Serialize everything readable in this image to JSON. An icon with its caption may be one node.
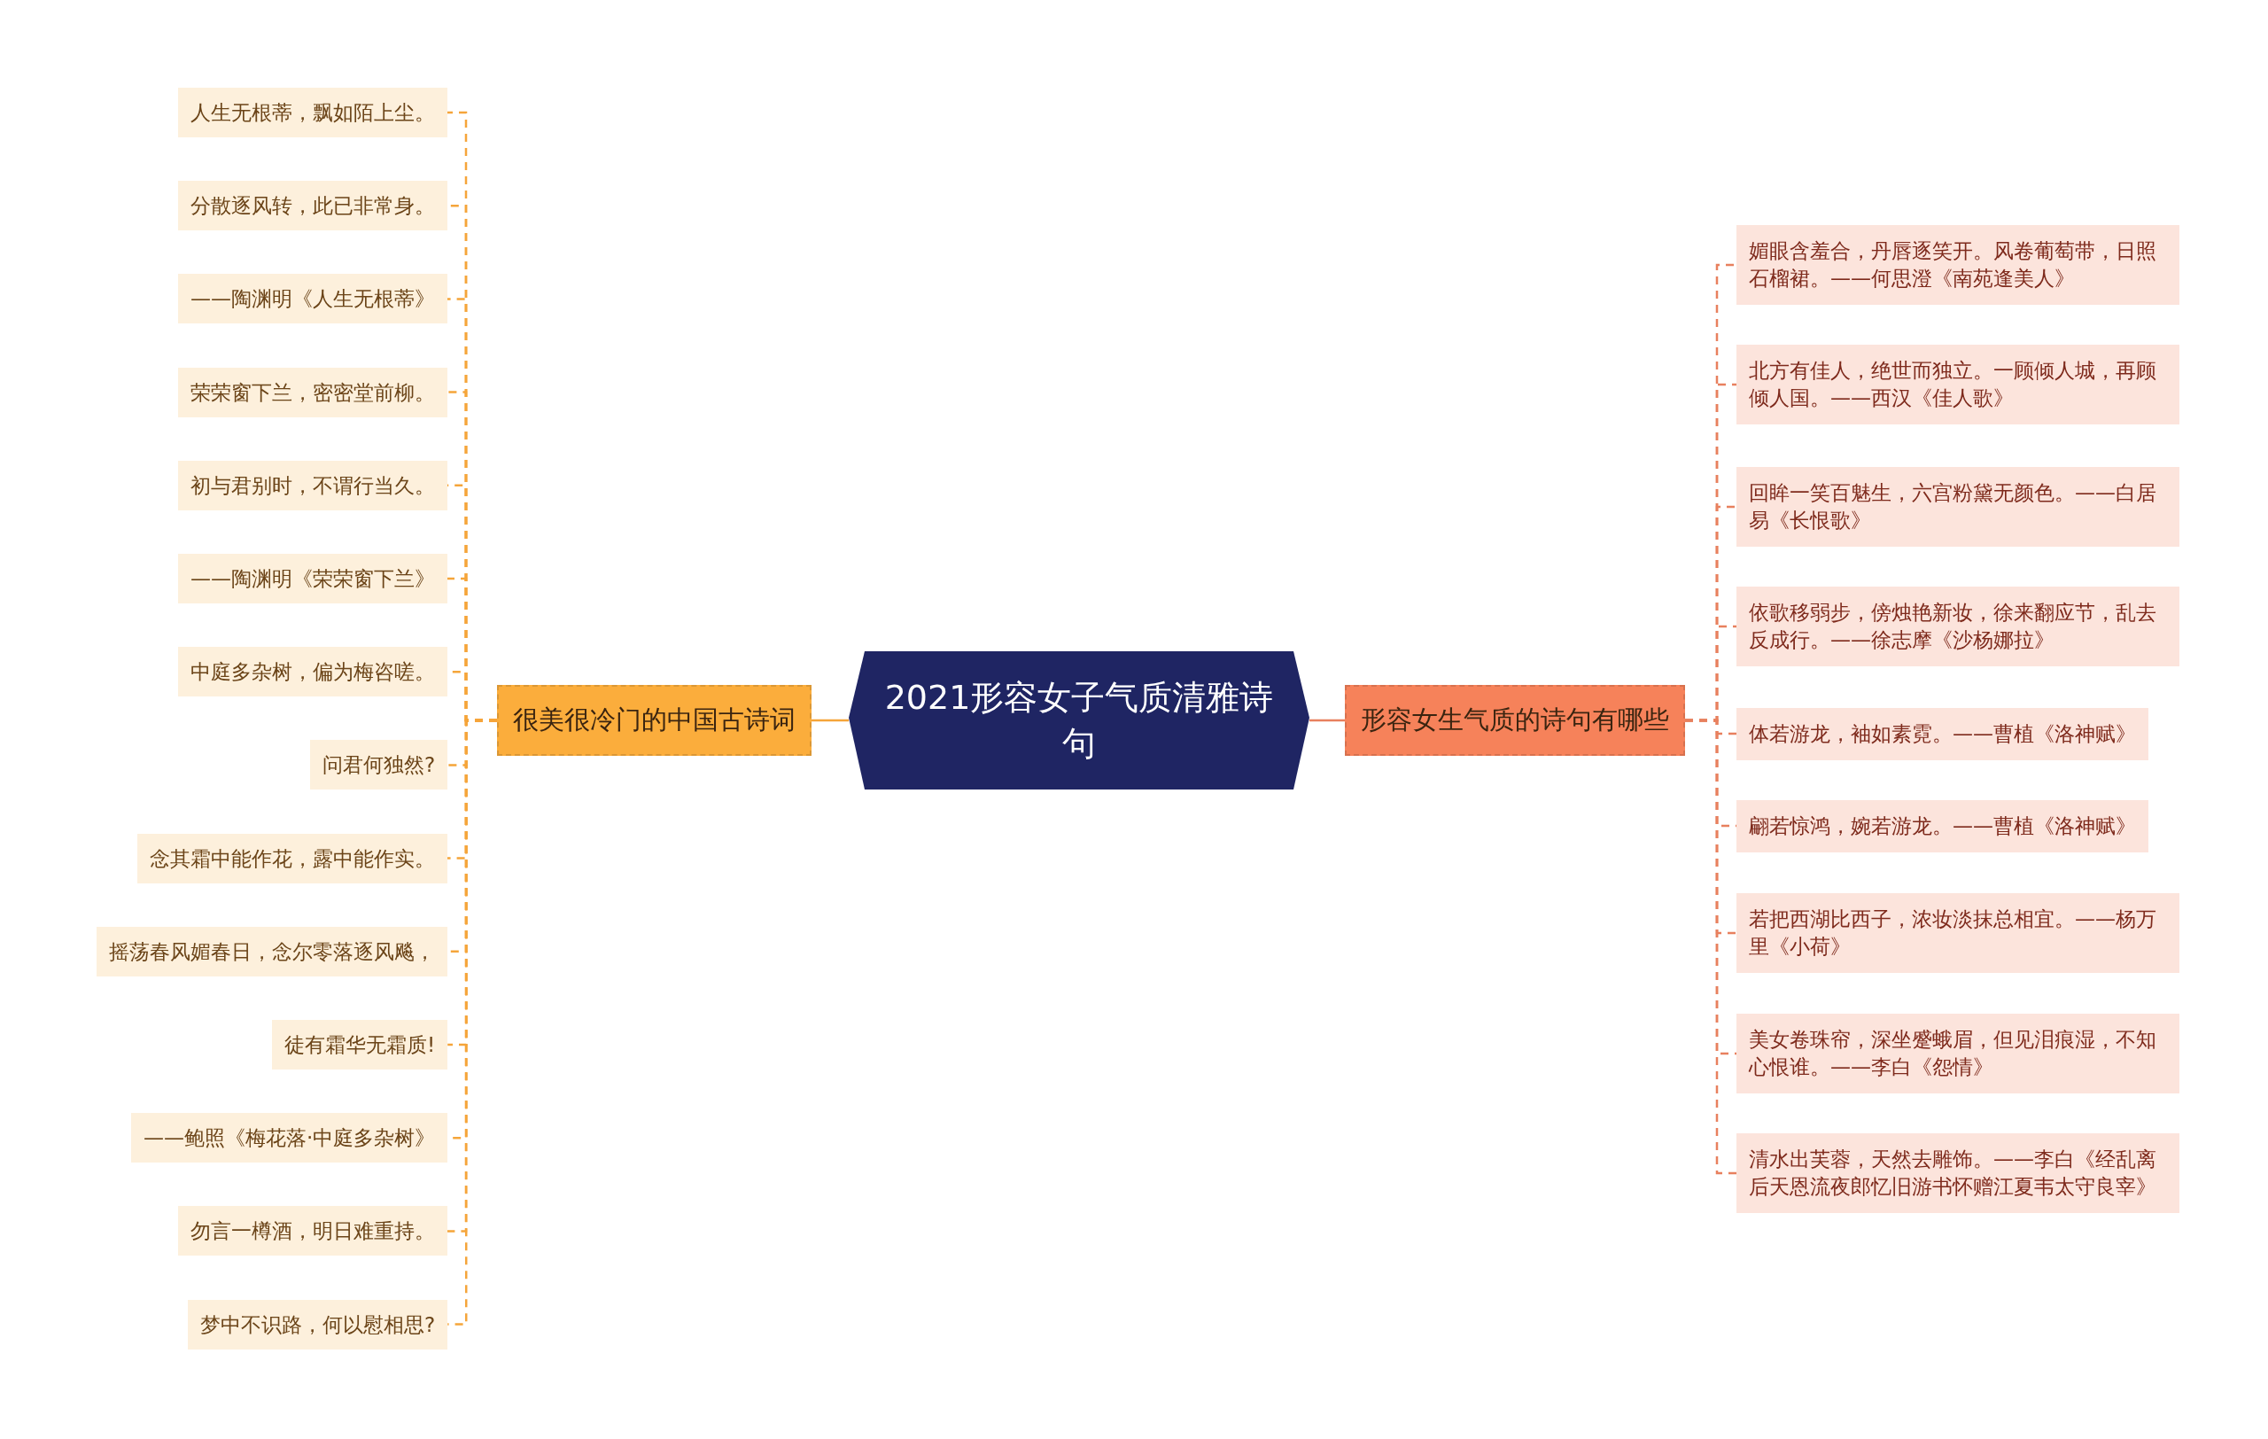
{
  "diagram": {
    "nodes": [
      {
        "text": [
          "2021形容女子气质清雅诗句"
        ]
      },
      {
        "text": [
          "很美很冷门的中国古诗词"
        ]
      },
      {
        "text": [
          "人生无根蒂，飘如陌上尘。"
        ]
      },
      {
        "text": [
          "分散逐风转，此已非常身。"
        ]
      },
      {
        "text": [
          "——陶渊明《人生无根蒂》"
        ]
      },
      {
        "text": [
          "荣荣窗下兰，密密堂前柳。"
        ]
      },
      {
        "text": [
          "初与君别时，不谓行当久。"
        ]
      },
      {
        "text": [
          "——陶渊明《荣荣窗下兰》"
        ]
      },
      {
        "text": [
          "中庭多杂树，偏为梅咨嗟。"
        ]
      },
      {
        "text": [
          "问君何独然?"
        ]
      },
      {
        "text": [
          "念其霜中能作花，露中能作实。"
        ]
      },
      {
        "text": [
          "摇荡春风媚春日，念尔零落逐风飚，"
        ]
      },
      {
        "text": [
          "徒有霜华无霜质!"
        ]
      },
      {
        "text": [
          "——鲍照《梅花落·中庭多杂树》"
        ]
      },
      {
        "text": [
          "勿言一樽酒，明日难重持。"
        ]
      },
      {
        "text": [
          "梦中不识路，何以慰相思?"
        ]
      },
      {
        "text": [
          "形容女生气质的诗句有哪些"
        ]
      },
      {
        "text": [
          "媚眼含羞合，丹唇逐笑开。风卷葡萄带，日照石榴裙。——何思澄《南苑逢美人》"
        ]
      },
      {
        "text": [
          "北方有佳人，绝世而独立。一顾倾人城，再顾倾人国。——西汉《佳人歌》"
        ]
      },
      {
        "text": [
          "回眸一笑百魅生，六宫粉黛无颜色。——白居易《长恨歌》"
        ]
      },
      {
        "text": [
          "依歌移弱步，傍烛艳新妆，徐来翻应节，乱去反成行。——徐志摩《沙杨娜拉》"
        ]
      },
      {
        "text": [
          "体若游龙，袖如素霓。——曹植《洛神赋》"
        ]
      },
      {
        "text": [
          "翩若惊鸿，婉若游龙。——曹植《洛神赋》"
        ]
      },
      {
        "text": [
          "若把西湖比西子，浓妆淡抹总相宜。——杨万里《小荷》"
        ]
      },
      {
        "text": [
          "美女卷珠帘，深坐蹙蛾眉，但见泪痕湿，不知心恨谁。——李白《怨情》"
        ]
      },
      {
        "text": [
          "清水出芙蓉，天然去雕饰。——李白《经乱离后天恩流夜郎忆旧游书怀赠江夏韦太守良宰》"
        ]
      }
    ],
    "edges": [
      {
        "from": 0,
        "to": 1,
        "arrow": "none",
        "color": "#f5a53a"
      },
      {
        "from": 1,
        "to": 2,
        "arrow": "none",
        "style": "dashed",
        "color": "#f5a53a"
      },
      {
        "from": 1,
        "to": 3,
        "arrow": "none",
        "style": "dashed",
        "color": "#f5a53a"
      },
      {
        "from": 1,
        "to": 4,
        "arrow": "none",
        "style": "dashed",
        "color": "#f5a53a"
      },
      {
        "from": 1,
        "to": 5,
        "arrow": "none",
        "style": "dashed",
        "color": "#f5a53a"
      },
      {
        "from": 1,
        "to": 6,
        "arrow": "none",
        "style": "dashed",
        "color": "#f5a53a"
      },
      {
        "from": 1,
        "to": 7,
        "arrow": "none",
        "style": "dashed",
        "color": "#f5a53a"
      },
      {
        "from": 1,
        "to": 8,
        "arrow": "none",
        "style": "dashed",
        "color": "#f5a53a"
      },
      {
        "from": 1,
        "to": 9,
        "arrow": "none",
        "style": "dashed",
        "color": "#f5a53a"
      },
      {
        "from": 1,
        "to": 10,
        "arrow": "none",
        "style": "dashed",
        "color": "#f5a53a"
      },
      {
        "from": 1,
        "to": 11,
        "arrow": "none",
        "style": "dashed",
        "color": "#f5a53a"
      },
      {
        "from": 1,
        "to": 12,
        "arrow": "none",
        "style": "dashed",
        "color": "#f5a53a"
      },
      {
        "from": 1,
        "to": 13,
        "arrow": "none",
        "style": "dashed",
        "color": "#f5a53a"
      },
      {
        "from": 1,
        "to": 14,
        "arrow": "none",
        "style": "dashed",
        "color": "#f5a53a"
      },
      {
        "from": 1,
        "to": 15,
        "arrow": "none",
        "style": "dashed",
        "color": "#f5a53a"
      },
      {
        "from": 0,
        "to": 16,
        "arrow": "none",
        "color": "#e8805e"
      },
      {
        "from": 16,
        "to": 17,
        "arrow": "none",
        "style": "dashed",
        "color": "#e8805e"
      },
      {
        "from": 16,
        "to": 18,
        "arrow": "none",
        "style": "dashed",
        "color": "#e8805e"
      },
      {
        "from": 16,
        "to": 19,
        "arrow": "none",
        "style": "dashed",
        "color": "#e8805e"
      },
      {
        "from": 16,
        "to": 20,
        "arrow": "none",
        "style": "dashed",
        "color": "#e8805e"
      },
      {
        "from": 16,
        "to": 21,
        "arrow": "none",
        "style": "dashed",
        "color": "#e8805e"
      },
      {
        "from": 16,
        "to": 22,
        "arrow": "none",
        "style": "dashed",
        "color": "#e8805e"
      },
      {
        "from": 16,
        "to": 23,
        "arrow": "none",
        "style": "dashed",
        "color": "#e8805e"
      },
      {
        "from": 16,
        "to": 24,
        "arrow": "none",
        "style": "dashed",
        "color": "#e8805e"
      },
      {
        "from": 16,
        "to": 25,
        "arrow": "none",
        "style": "dashed",
        "color": "#e8805e"
      }
    ]
  }
}
